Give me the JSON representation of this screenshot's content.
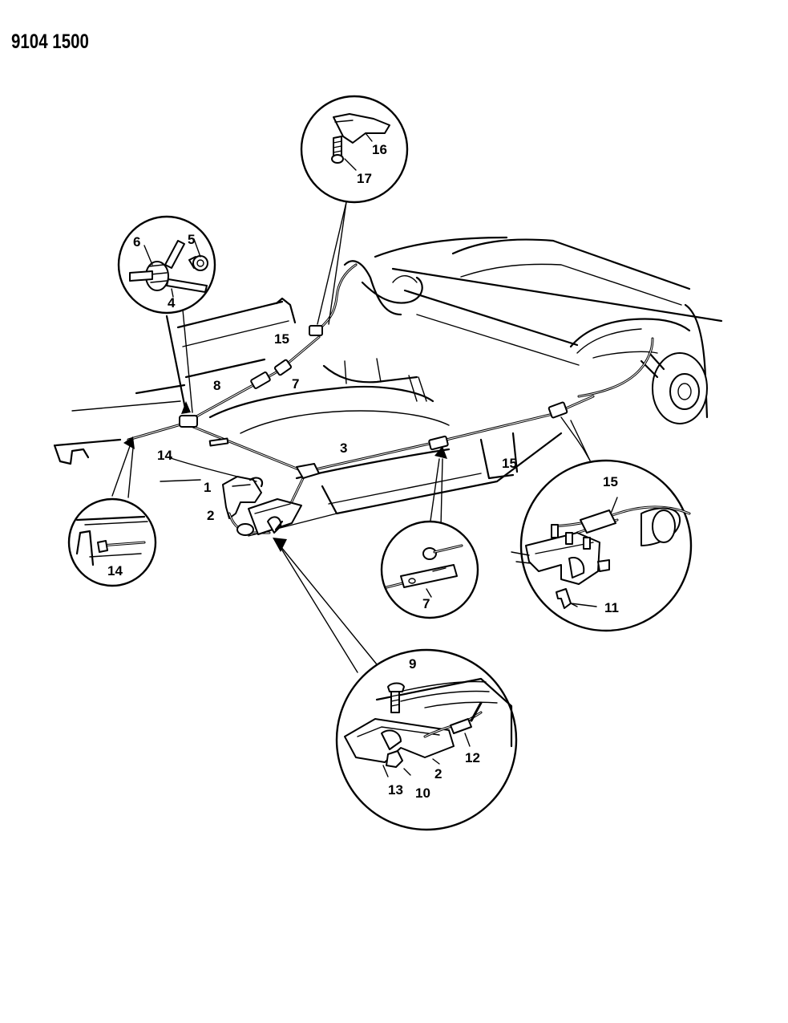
{
  "diagram": {
    "title": "9104 1500",
    "callouts": [
      {
        "id": "c16",
        "label": "16"
      },
      {
        "id": "c17",
        "label": "17"
      },
      {
        "id": "c6",
        "label": "6"
      },
      {
        "id": "c5",
        "label": "5"
      },
      {
        "id": "c4",
        "label": "4"
      },
      {
        "id": "c15a",
        "label": "15"
      },
      {
        "id": "c8",
        "label": "8"
      },
      {
        "id": "c7a",
        "label": "7"
      },
      {
        "id": "c14a",
        "label": "14"
      },
      {
        "id": "c3",
        "label": "3"
      },
      {
        "id": "c1",
        "label": "1"
      },
      {
        "id": "c2a",
        "label": "2"
      },
      {
        "id": "c15b",
        "label": "15"
      },
      {
        "id": "c15c",
        "label": "15"
      },
      {
        "id": "c14b",
        "label": "14"
      },
      {
        "id": "c7b",
        "label": "7"
      },
      {
        "id": "c11",
        "label": "11"
      },
      {
        "id": "c9",
        "label": "9"
      },
      {
        "id": "c12",
        "label": "12"
      },
      {
        "id": "c2b",
        "label": "2"
      },
      {
        "id": "c13",
        "label": "13"
      },
      {
        "id": "c10",
        "label": "10"
      }
    ]
  }
}
